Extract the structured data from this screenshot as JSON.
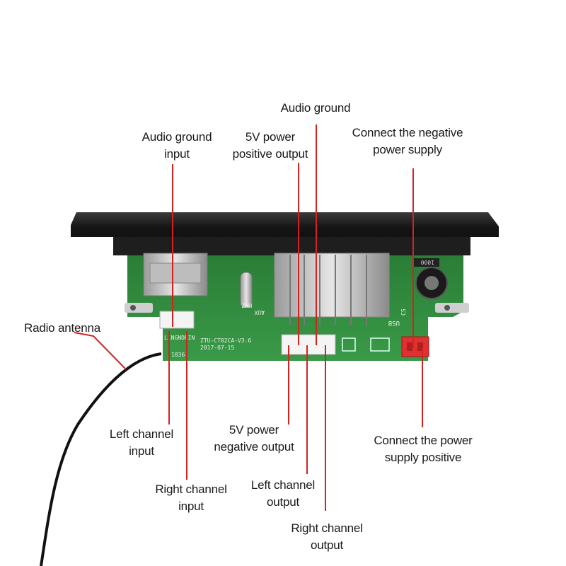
{
  "labels": {
    "audio_ground": "Audio ground",
    "audio_ground_input": [
      "Audio ground",
      "input"
    ],
    "power_5v_positive": [
      "5V power",
      "positive output"
    ],
    "negative_power_supply": [
      "Connect the negative",
      "power supply"
    ],
    "radio_antenna": "Radio antenna",
    "left_channel_input": [
      "Left channel",
      "input"
    ],
    "right_channel_input": [
      "Right channel",
      "input"
    ],
    "power_5v_negative": [
      "5V power",
      "negative output"
    ],
    "left_channel_output": [
      "Left channel",
      "output"
    ],
    "right_channel_output": [
      "Right channel",
      "output"
    ],
    "positive_power_supply": [
      "Connect the power",
      "supply positive"
    ]
  },
  "board_silkscreen": {
    "model": "ZTU-CT02CA-V3.6",
    "date": "2017-07-15",
    "pin_labels": "LINGNDRIN",
    "code": "1836",
    "usb": "USB",
    "aux": "AUX",
    "mhz": "MHZ",
    "cs": "CS",
    "cap": "1000"
  },
  "colors": {
    "leader_line": "#d4231f",
    "pcb": "#2f8d3f",
    "frame": "#141414",
    "red_connector": "#e03030"
  }
}
